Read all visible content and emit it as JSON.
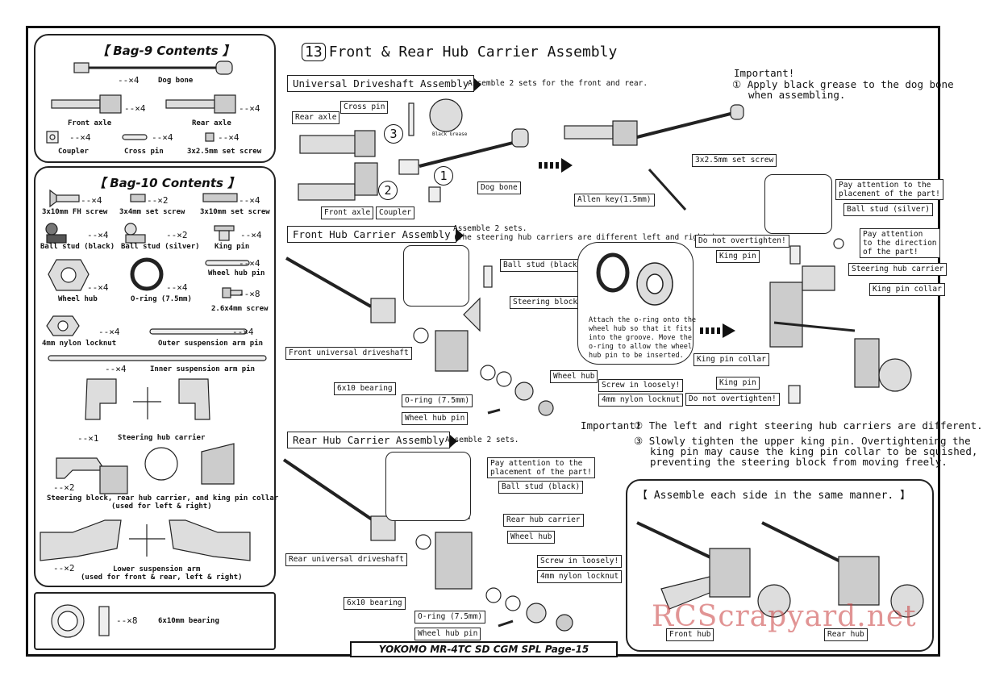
{
  "step": {
    "number": "13",
    "title": "Front & Rear Hub Carrier Assembly"
  },
  "bag9": {
    "title": "【 Bag-9 Contents 】",
    "items": [
      {
        "qty": "--×4",
        "name": "Dog bone"
      },
      {
        "qty": "--×4",
        "name": "Front axle"
      },
      {
        "qty": "--×4",
        "name": "Rear axle"
      },
      {
        "qty": "--×4",
        "name": "Coupler"
      },
      {
        "qty": "--×4",
        "name": "Cross pin"
      },
      {
        "qty": "--×4",
        "name": "3x2.5mm set screw"
      }
    ]
  },
  "bag10": {
    "title": "【 Bag-10 Contents 】",
    "items": [
      {
        "qty": "--×4",
        "name": "3x10mm FH screw"
      },
      {
        "qty": "--×2",
        "name": "3x4mm set screw"
      },
      {
        "qty": "--×4",
        "name": "3x10mm set screw"
      },
      {
        "qty": "--×4",
        "name": "Ball stud (black)"
      },
      {
        "qty": "--×2",
        "name": "Ball stud (silver)"
      },
      {
        "qty": "--×4",
        "name": "King pin"
      },
      {
        "qty": "--×4",
        "name": "Wheel hub"
      },
      {
        "qty": "--×4",
        "name": "O-ring (7.5mm)"
      },
      {
        "qty": "--×4",
        "name": "Wheel hub pin"
      },
      {
        "qty": "--×8",
        "name": "2.6x4mm screw"
      },
      {
        "qty": "--×4",
        "name": "4mm nylon locknut"
      },
      {
        "qty": "--×4",
        "name": "Outer suspension arm pin"
      },
      {
        "qty": "--×4",
        "name": "Inner suspension arm pin"
      },
      {
        "qty": "--×1",
        "name": "Steering hub carrier"
      },
      {
        "qty": "--×2",
        "name": "Steering block, rear hub carrier, and king pin collar",
        "sub": "(used for left & right)"
      },
      {
        "qty": "--×2",
        "name": "Lower suspension arm",
        "sub": "(used for front & rear, left & right)"
      }
    ]
  },
  "bearing": {
    "qty": "--×8",
    "name": "6x10mm bearing"
  },
  "universal": {
    "header": "Universal Driveshaft Assembly",
    "note": "Assemble 2 sets for the front and rear.",
    "labels": {
      "cross_pin": "Cross pin",
      "rear_axle": "Rear axle",
      "black_grease": "Black Grease",
      "dog_bone": "Dog bone",
      "front_axle": "Front axle",
      "coupler": "Coupler",
      "set_screw": "3x2.5mm set screw",
      "allen_key": "Allen key(1.5mm)"
    },
    "steps": [
      "1",
      "2",
      "3"
    ]
  },
  "important1": {
    "title": "Important!",
    "line1": "① Apply black grease to the dog bone",
    "line2": "when assembling."
  },
  "front": {
    "header": "Front Hub Carrier Assembly",
    "note1": "Assemble 2 sets.",
    "note2": "(The steering hub carriers are different left and right.)",
    "labels": {
      "ball_stud_black": "Ball stud (black)",
      "steering_block": "Steering block",
      "front_universal": "Front universal driveshaft",
      "bearing": "6x10 bearing",
      "oring": "O-ring (7.5mm)",
      "wheel_hub_pin": "Wheel hub pin",
      "wheel_hub": "Wheel hub",
      "screw_loosely": "Screw in loosely!",
      "locknut": "4mm nylon locknut"
    },
    "oring_note": [
      "Attach the o-ring onto the",
      "wheel hub so that it fits",
      "into the groove.  Move the",
      "o-ring to allow the wheel",
      "hub pin to be inserted."
    ]
  },
  "steering": {
    "labels": {
      "pay_attention_placement": [
        "Pay attention to the",
        "placement of the part!"
      ],
      "ball_stud_silver": "Ball stud (silver)",
      "do_not_overtighten": "Do not overtighten!",
      "pay_attention_direction": [
        "Pay attention",
        "to the direction",
        "of the part!"
      ],
      "king_pin": "King pin",
      "steering_hub_carrier": "Steering hub carrier",
      "king_pin_collar": "King pin collar"
    }
  },
  "important2": {
    "title": "Important!",
    "line2": "② The left and right steering hub carriers are different.",
    "line3a": "③ Slowly tighten the upper king pin.  Overtightening the",
    "line3b": "king pin may cause the king pin collar to be squished,",
    "line3c": "preventing the steering block from moving freely."
  },
  "rear": {
    "header": "Rear Hub Carrier Assembly",
    "note": "Assemble 2 sets.",
    "labels": {
      "pay_attention": [
        "Pay attention to the",
        "placement of the part!"
      ],
      "ball_stud_black": "Ball stud (black)",
      "rear_hub_carrier": "Rear hub carrier",
      "wheel_hub": "Wheel hub",
      "rear_universal": "Rear universal driveshaft",
      "screw_loosely": "Screw in loosely!",
      "locknut": "4mm nylon locknut",
      "bearing": "6x10 bearing",
      "oring": "O-ring (7.5mm)",
      "wheel_hub_pin": "Wheel hub pin"
    }
  },
  "same_manner": {
    "title": "【 Assemble each side in the same manner. 】",
    "front_hub": "Front hub",
    "rear_hub": "Rear hub"
  },
  "footer": "YOKOMO MR-4TC SD CGM SPL    Page-15",
  "watermark": "RCScrapyard.net"
}
